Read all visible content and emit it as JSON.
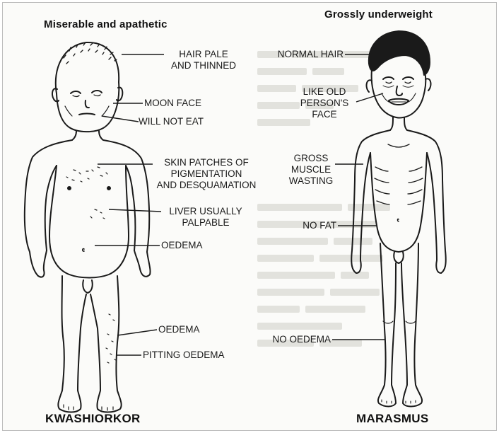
{
  "left_panel": {
    "heading": "Miserable and apathetic",
    "caption": "KWASHIORKOR",
    "labels": {
      "hair_line1": "HAIR PALE",
      "hair_line2": "AND THINNED",
      "moon_face": "MOON FACE",
      "will_not_eat": "WILL NOT EAT",
      "skin_line1": "SKIN PATCHES OF",
      "skin_line2": "PIGMENTATION",
      "skin_line3": "AND DESQUAMATION",
      "liver_line1": "LIVER USUALLY",
      "liver_line2": "PALPABLE",
      "oedema_abdomen": "OEDEMA",
      "oedema_leg": "OEDEMA",
      "pitting_oedema": "PITTING OEDEMA"
    }
  },
  "right_panel": {
    "heading": "Grossly underweight",
    "caption": "MARASMUS",
    "labels": {
      "normal_hair": "NORMAL HAIR",
      "old_face_line1": "LIKE OLD",
      "old_face_line2": "PERSON'S",
      "old_face_line3": "FACE",
      "muscle_line1": "GROSS",
      "muscle_line2": "MUSCLE",
      "muscle_line3": "WASTING",
      "no_fat": "NO FAT",
      "no_oedema": "NO OEDEMA"
    }
  },
  "colors": {
    "ink": "#1a1a1a",
    "background": "#fbfbf9",
    "bleed_text": "#d9d9d4"
  }
}
